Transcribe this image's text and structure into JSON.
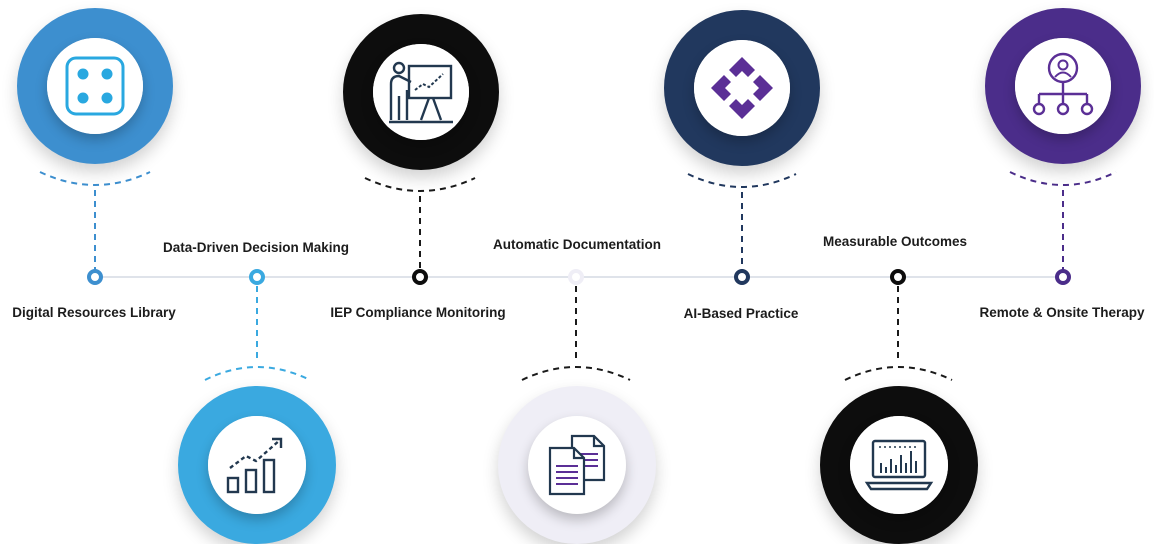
{
  "steps": [
    {
      "label": "Digital Resources Library",
      "icon": "dice-four-icon",
      "color": "#3d8fcf"
    },
    {
      "label": "Data-Driven Decision Making",
      "icon": "growth-chart-icon",
      "color": "#3aa9e0"
    },
    {
      "label": "IEP Compliance Monitoring",
      "icon": "presentation-board-icon",
      "color": "#0d0d0d"
    },
    {
      "label": "Automatic Documentation",
      "icon": "documents-icon",
      "color": "#efeef6"
    },
    {
      "label": "AI-Based Practice",
      "icon": "cross-arrows-icon",
      "color": "#21385e"
    },
    {
      "label": "Measurable Outcomes",
      "icon": "laptop-analytics-icon",
      "color": "#0d0d0d"
    },
    {
      "label": "Remote & Onsite Therapy",
      "icon": "user-network-icon",
      "color": "#4b2d8a"
    }
  ]
}
